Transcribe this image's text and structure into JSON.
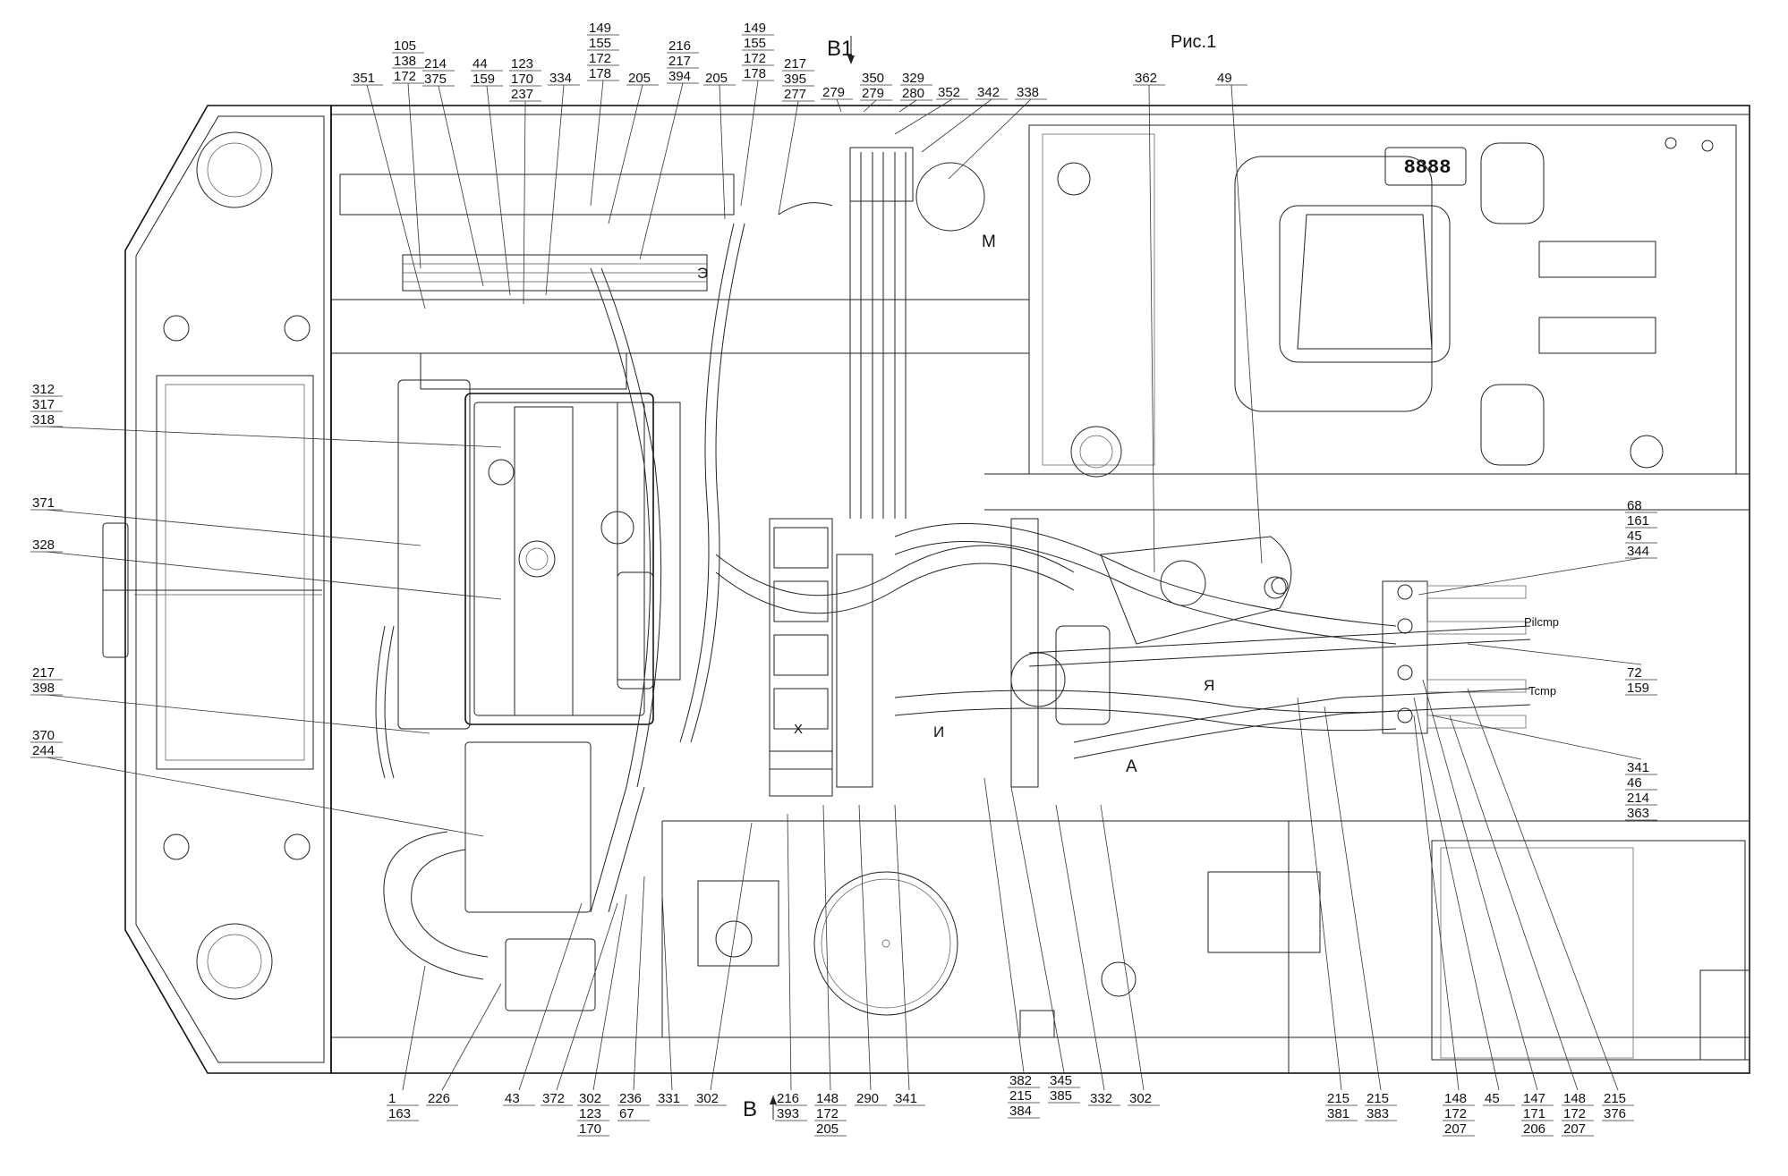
{
  "figure_title": "Рис.1",
  "view_labels": {
    "b1_top": "В1",
    "b_bottom": "В",
    "m": "М",
    "e": "Э",
    "ya": "Я",
    "a": "А",
    "i": "И",
    "x": "Х",
    "pilcmp": "Pilcmp",
    "tcmp": "Tcmp",
    "display": "8888"
  },
  "callouts": [
    {
      "id": "c351",
      "lines": [
        "351"
      ]
    },
    {
      "id": "c105",
      "lines": [
        "105",
        "138",
        "172"
      ]
    },
    {
      "id": "c214a",
      "lines": [
        "214",
        "375"
      ]
    },
    {
      "id": "c44",
      "lines": [
        "44",
        "159"
      ]
    },
    {
      "id": "c123a",
      "lines": [
        "123",
        "170",
        "237"
      ]
    },
    {
      "id": "c334",
      "lines": [
        "334"
      ]
    },
    {
      "id": "c149a",
      "lines": [
        "149",
        "155",
        "172",
        "178"
      ]
    },
    {
      "id": "c205a",
      "lines": [
        "205"
      ]
    },
    {
      "id": "c216a",
      "lines": [
        "216",
        "217",
        "394"
      ]
    },
    {
      "id": "c205b",
      "lines": [
        "205"
      ]
    },
    {
      "id": "c149b",
      "lines": [
        "149",
        "155",
        "172",
        "178"
      ]
    },
    {
      "id": "c217a",
      "lines": [
        "217",
        "395",
        "277"
      ]
    },
    {
      "id": "c279a",
      "lines": [
        "279"
      ]
    },
    {
      "id": "c350",
      "lines": [
        "350",
        "279"
      ]
    },
    {
      "id": "c329",
      "lines": [
        "329",
        "280"
      ]
    },
    {
      "id": "c352",
      "lines": [
        "352"
      ]
    },
    {
      "id": "c342",
      "lines": [
        "342"
      ]
    },
    {
      "id": "c338",
      "lines": [
        "338"
      ]
    },
    {
      "id": "c362",
      "lines": [
        "362"
      ]
    },
    {
      "id": "c49",
      "lines": [
        "49"
      ]
    },
    {
      "id": "c312",
      "lines": [
        "312",
        "317",
        "318"
      ]
    },
    {
      "id": "c371",
      "lines": [
        "371"
      ]
    },
    {
      "id": "c328",
      "lines": [
        "328"
      ]
    },
    {
      "id": "c217b",
      "lines": [
        "217",
        "398"
      ]
    },
    {
      "id": "c370",
      "lines": [
        "370",
        "244"
      ]
    },
    {
      "id": "c68",
      "lines": [
        "68",
        "161",
        "45",
        "344"
      ]
    },
    {
      "id": "c72",
      "lines": [
        "72",
        "159"
      ]
    },
    {
      "id": "c341a",
      "lines": [
        "341",
        "46",
        "214",
        "363"
      ]
    },
    {
      "id": "c1",
      "lines": [
        "1",
        "163"
      ]
    },
    {
      "id": "c226",
      "lines": [
        "226"
      ]
    },
    {
      "id": "c43",
      "lines": [
        "43"
      ]
    },
    {
      "id": "c372",
      "lines": [
        "372"
      ]
    },
    {
      "id": "c302a",
      "lines": [
        "302",
        "123",
        "170"
      ]
    },
    {
      "id": "c236",
      "lines": [
        "236",
        "67"
      ]
    },
    {
      "id": "c331",
      "lines": [
        "331"
      ]
    },
    {
      "id": "c302b",
      "lines": [
        "302"
      ]
    },
    {
      "id": "c216b",
      "lines": [
        "216",
        "393"
      ]
    },
    {
      "id": "c148a",
      "lines": [
        "148",
        "172",
        "205"
      ]
    },
    {
      "id": "c290",
      "lines": [
        "290"
      ]
    },
    {
      "id": "c341b",
      "lines": [
        "341"
      ]
    },
    {
      "id": "c382",
      "lines": [
        "382",
        "215",
        "384"
      ]
    },
    {
      "id": "c345",
      "lines": [
        "345",
        "385"
      ]
    },
    {
      "id": "c332",
      "lines": [
        "332"
      ]
    },
    {
      "id": "c302c",
      "lines": [
        "302"
      ]
    },
    {
      "id": "c215a",
      "lines": [
        "215",
        "381"
      ]
    },
    {
      "id": "c215b",
      "lines": [
        "215",
        "383"
      ]
    },
    {
      "id": "c148b",
      "lines": [
        "148",
        "172",
        "207"
      ]
    },
    {
      "id": "c45",
      "lines": [
        "45"
      ]
    },
    {
      "id": "c147",
      "lines": [
        "147",
        "171",
        "206"
      ]
    },
    {
      "id": "c148c",
      "lines": [
        "148",
        "172",
        "207"
      ]
    },
    {
      "id": "c215c",
      "lines": [
        "215",
        "376"
      ]
    }
  ]
}
